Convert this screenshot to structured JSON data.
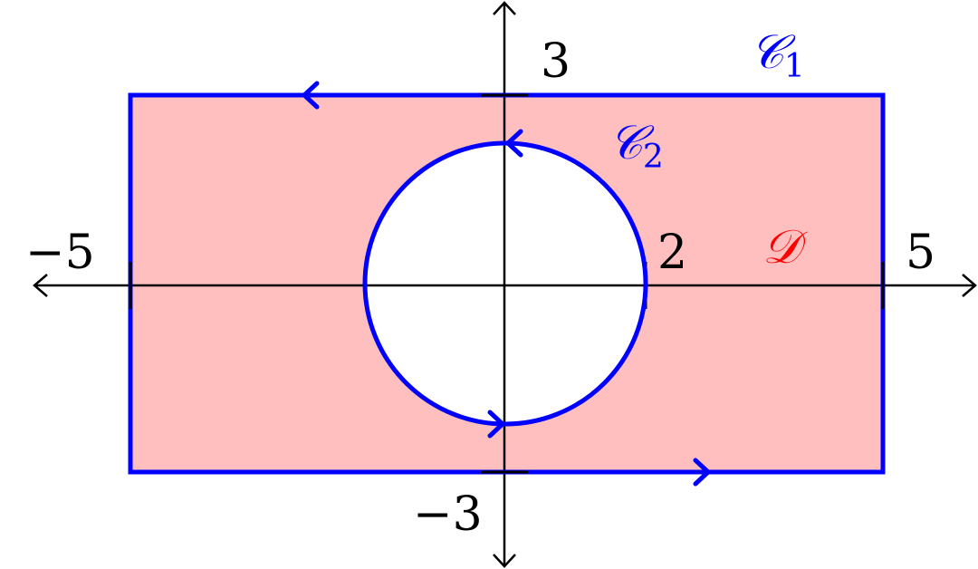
{
  "diagram": {
    "colors": {
      "region_fill": "#ffbfbf",
      "contour": "#0000ff",
      "axis": "#000000",
      "region_label": "#ff0000"
    },
    "ticks": {
      "x_neg": "−5",
      "x_pos": "5",
      "y_pos": "3",
      "y_neg": "−3",
      "circle_radius": "2"
    },
    "labels": {
      "c1_letter": "𝒞",
      "c1_sub": "1",
      "c2_letter": "𝒞",
      "c2_sub": "2",
      "region": "𝒟"
    }
  }
}
